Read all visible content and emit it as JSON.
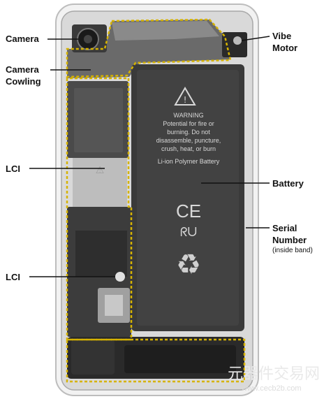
{
  "labels": {
    "camera": "Camera",
    "camera_cowling_line1": "Camera",
    "camera_cowling_line2": "Cowling",
    "lci_top": "LCI",
    "lci_bottom": "LCI",
    "vibe_motor_line1": "Vibe",
    "vibe_motor_line2": "Motor",
    "battery": "Battery",
    "serial_number_line1": "Serial",
    "serial_number_line2": "Number",
    "serial_number_note": "(inside band)"
  },
  "battery_print": {
    "warning_line1": "WARNING",
    "warning_line2": "Potential for fire or",
    "warning_line3": "burning. Do not",
    "warning_line4": "disassemble, puncture,",
    "warning_line5": "crush, heat, or burn",
    "type": "Li-ion Polymer Battery",
    "ce_mark": "CE",
    "ul_mark": "ᖇᑌ"
  },
  "watermark": {
    "chinese": "元器件交易网",
    "url": "www.cecb2b.com"
  },
  "colors": {
    "callout_line": "#111111",
    "dashed_outline": "#d6b300",
    "battery": "#3a3a3a",
    "board": "#2a2a2a",
    "frame": "#e6e6e6"
  }
}
